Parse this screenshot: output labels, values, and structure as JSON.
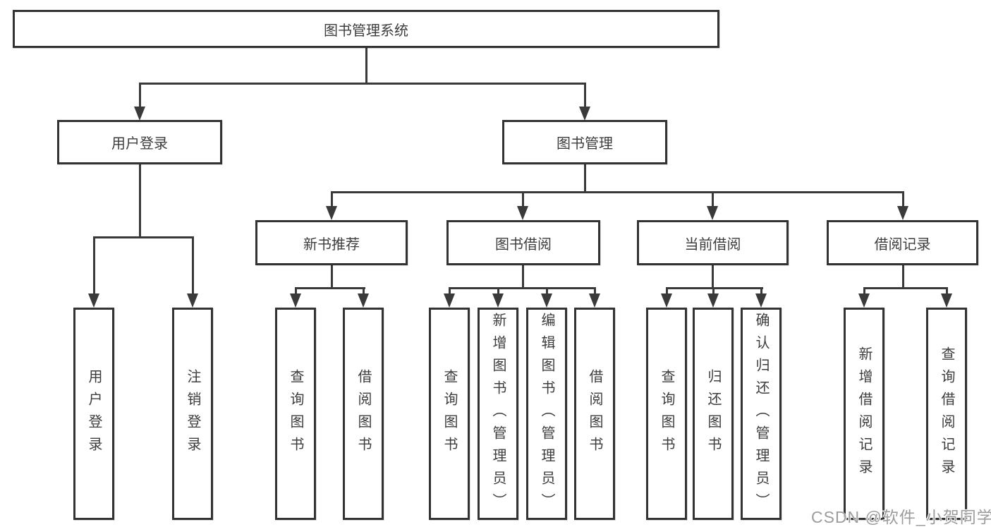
{
  "diagram": {
    "root": "图书管理系统",
    "branches": [
      {
        "label": "用户登录",
        "children": [
          "用户登录",
          "注销登录"
        ]
      },
      {
        "label": "图书管理",
        "sections": [
          {
            "label": "新书推荐",
            "children": [
              "查询图书",
              "借阅图书"
            ]
          },
          {
            "label": "图书借阅",
            "children": [
              "查询图书",
              "新增图书（管理员）",
              "编辑图书（管理员）",
              "借阅图书"
            ]
          },
          {
            "label": "当前借阅",
            "children": [
              "查询图书",
              "归还图书",
              "确认归还（管理员）"
            ]
          },
          {
            "label": "借阅记录",
            "children": [
              "新增借阅记录",
              "查询借阅记录"
            ]
          }
        ]
      }
    ]
  },
  "watermark": {
    "text": "CSDN @软件_小贺同学"
  },
  "colors": {
    "line": "#3a3a3a",
    "node_border": "#333333",
    "node_text": "#3d3d3d",
    "background": "#ffffff",
    "watermark_text": "#9c9c9c"
  }
}
